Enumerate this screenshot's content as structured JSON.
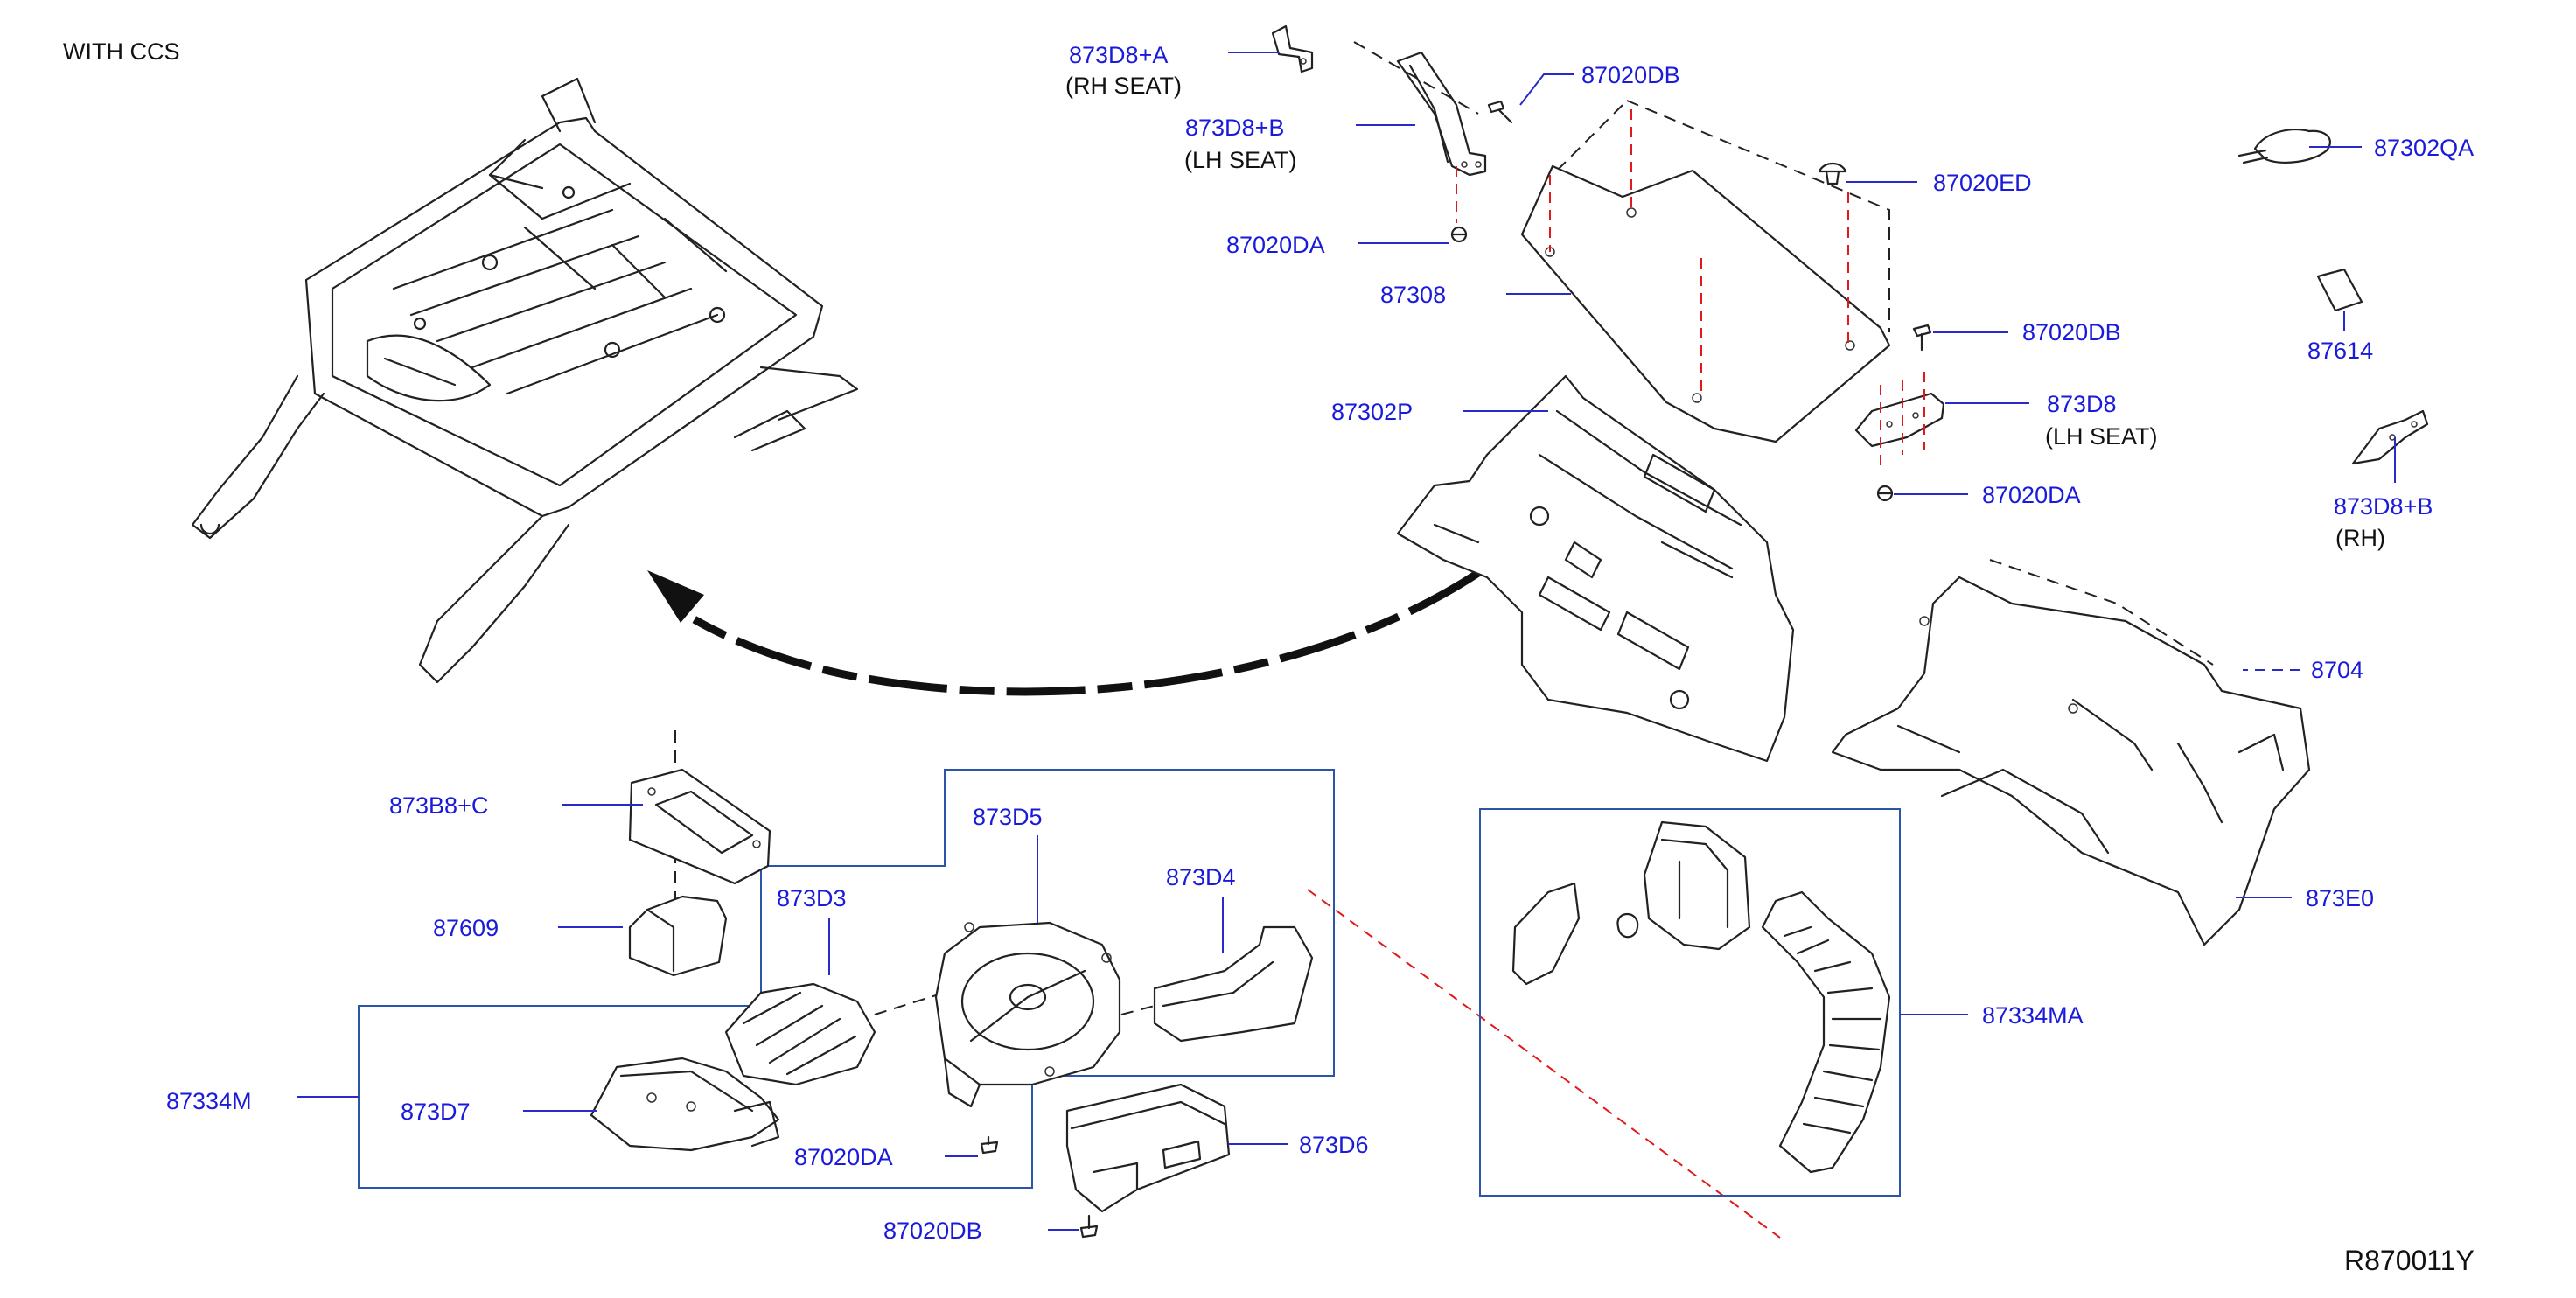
{
  "diagram": {
    "note": "WITH CCS",
    "reference_code": "R870011Y",
    "colors": {
      "label": "#1a1adb",
      "line": "#222222",
      "frame": "#2a55a8",
      "centerline": "#e01a1a"
    },
    "parts": {
      "p873D8A": "873D8+A",
      "p873D8A_note": "(RH SEAT)",
      "p873D8B_top": "873D8+B",
      "p873D8B_top_note": "(LH SEAT)",
      "p87020DB_top": "87020DB",
      "p87020DA_top": "87020DA",
      "p87308": "87308",
      "p87302P": "87302P",
      "p87020ED": "87020ED",
      "p87020DB_mid": "87020DB",
      "p873D8_lh": "873D8",
      "p873D8_lh_note": "(LH SEAT)",
      "p87020DA_mid": "87020DA",
      "p87302QA": "87302QA",
      "p87614": "87614",
      "p873D8B_rh": "873D8+B",
      "p873D8B_rh_note": "(RH)",
      "p8704": "8704",
      "p873E0": "873E0",
      "p873B8C": "873B8+C",
      "p87609": "87609",
      "p873D5": "873D5",
      "p873D3": "873D3",
      "p873D4": "873D4",
      "p87334M": "87334M",
      "p873D7": "873D7",
      "p87020DA_bot": "87020DA",
      "p873D6": "873D6",
      "p87020DB_bot": "87020DB",
      "p87334MA": "87334MA"
    }
  }
}
